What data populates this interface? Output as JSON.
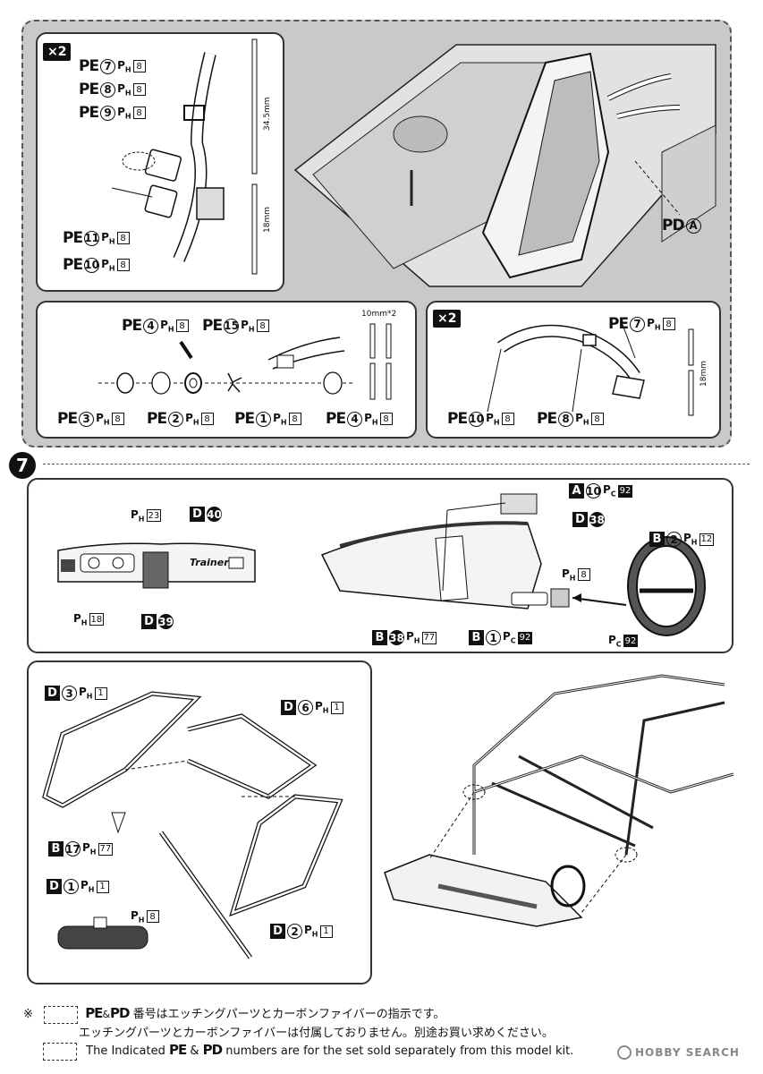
{
  "top_panel": {
    "box1": {
      "multiplier": "×2",
      "labels": [
        {
          "prefix": "PE",
          "num": "7",
          "ph": "8"
        },
        {
          "prefix": "PE",
          "num": "8",
          "ph": "8"
        },
        {
          "prefix": "PE",
          "num": "9",
          "ph": "8"
        },
        {
          "prefix": "PE",
          "num": "11",
          "ph": "8"
        },
        {
          "prefix": "PE",
          "num": "10",
          "ph": "8"
        }
      ],
      "dim_top": "34.5mm",
      "dim_bottom": "18mm"
    },
    "main_label": {
      "prefix": "PD",
      "letter": "A"
    },
    "box2": {
      "dim_top": "10mm*2",
      "labels_top": [
        {
          "prefix": "PE",
          "num": "4",
          "ph": "8"
        },
        {
          "prefix": "PE",
          "num": "15",
          "ph": "8"
        }
      ],
      "labels_bottom": [
        {
          "prefix": "PE",
          "num": "3",
          "ph": "8"
        },
        {
          "prefix": "PE",
          "num": "2",
          "ph": "8"
        },
        {
          "prefix": "PE",
          "num": "1",
          "ph": "8"
        },
        {
          "prefix": "PE",
          "num": "4",
          "ph": "8"
        }
      ]
    },
    "box3": {
      "multiplier": "×2",
      "dim": "18mm",
      "labels": [
        {
          "prefix": "PE",
          "num": "7",
          "ph": "8"
        },
        {
          "prefix": "PE",
          "num": "10",
          "ph": "8"
        },
        {
          "prefix": "PE",
          "num": "8",
          "ph": "8"
        }
      ]
    }
  },
  "step7": {
    "number": "7",
    "dash_labels": [
      {
        "kind": "ph",
        "ph": "23"
      },
      {
        "kind": "part",
        "letter": "D",
        "num": "40"
      },
      {
        "kind": "ph",
        "ph": "18"
      },
      {
        "kind": "part",
        "letter": "D",
        "num": "39"
      }
    ],
    "dash_brand": "Trainer",
    "install_labels": [
      {
        "letter": "A",
        "num": "10",
        "pc": "92"
      },
      {
        "letter": "D",
        "num": "38"
      },
      {
        "letter": "B",
        "num": "2",
        "ph": "12"
      },
      {
        "ph": "8"
      },
      {
        "letter": "B",
        "num": "38",
        "ph": "77"
      },
      {
        "letter": "B",
        "num": "1",
        "pc": "92"
      },
      {
        "pc": "92"
      }
    ]
  },
  "rollcage": {
    "labels": [
      {
        "letter": "D",
        "num": "3",
        "ph": "1"
      },
      {
        "letter": "D",
        "num": "6",
        "ph": "1"
      },
      {
        "letter": "B",
        "num": "17",
        "ph": "77"
      },
      {
        "letter": "D",
        "num": "1",
        "ph": "1"
      },
      {
        "letter": "D",
        "num": "2",
        "ph": "1"
      },
      {
        "ph": "8"
      }
    ]
  },
  "notes": {
    "mark": "※",
    "jp_line1_prefix": "PE",
    "jp_line1_amp": "&",
    "jp_line1_prefix2": "PD",
    "jp_line1": "番号はエッチングパーツとカーボンファイバーの指示です。",
    "jp_line2": "エッチングパーツとカーボンファイバーは付属しておりません。別途お買い求めください。",
    "en_pre": "The Indicated",
    "en_pe": "PE",
    "en_amp": "&",
    "en_pd": "PD",
    "en_post": "numbers are for the set sold separately from this model kit.",
    "watermark": "HOBBY SEARCH"
  }
}
